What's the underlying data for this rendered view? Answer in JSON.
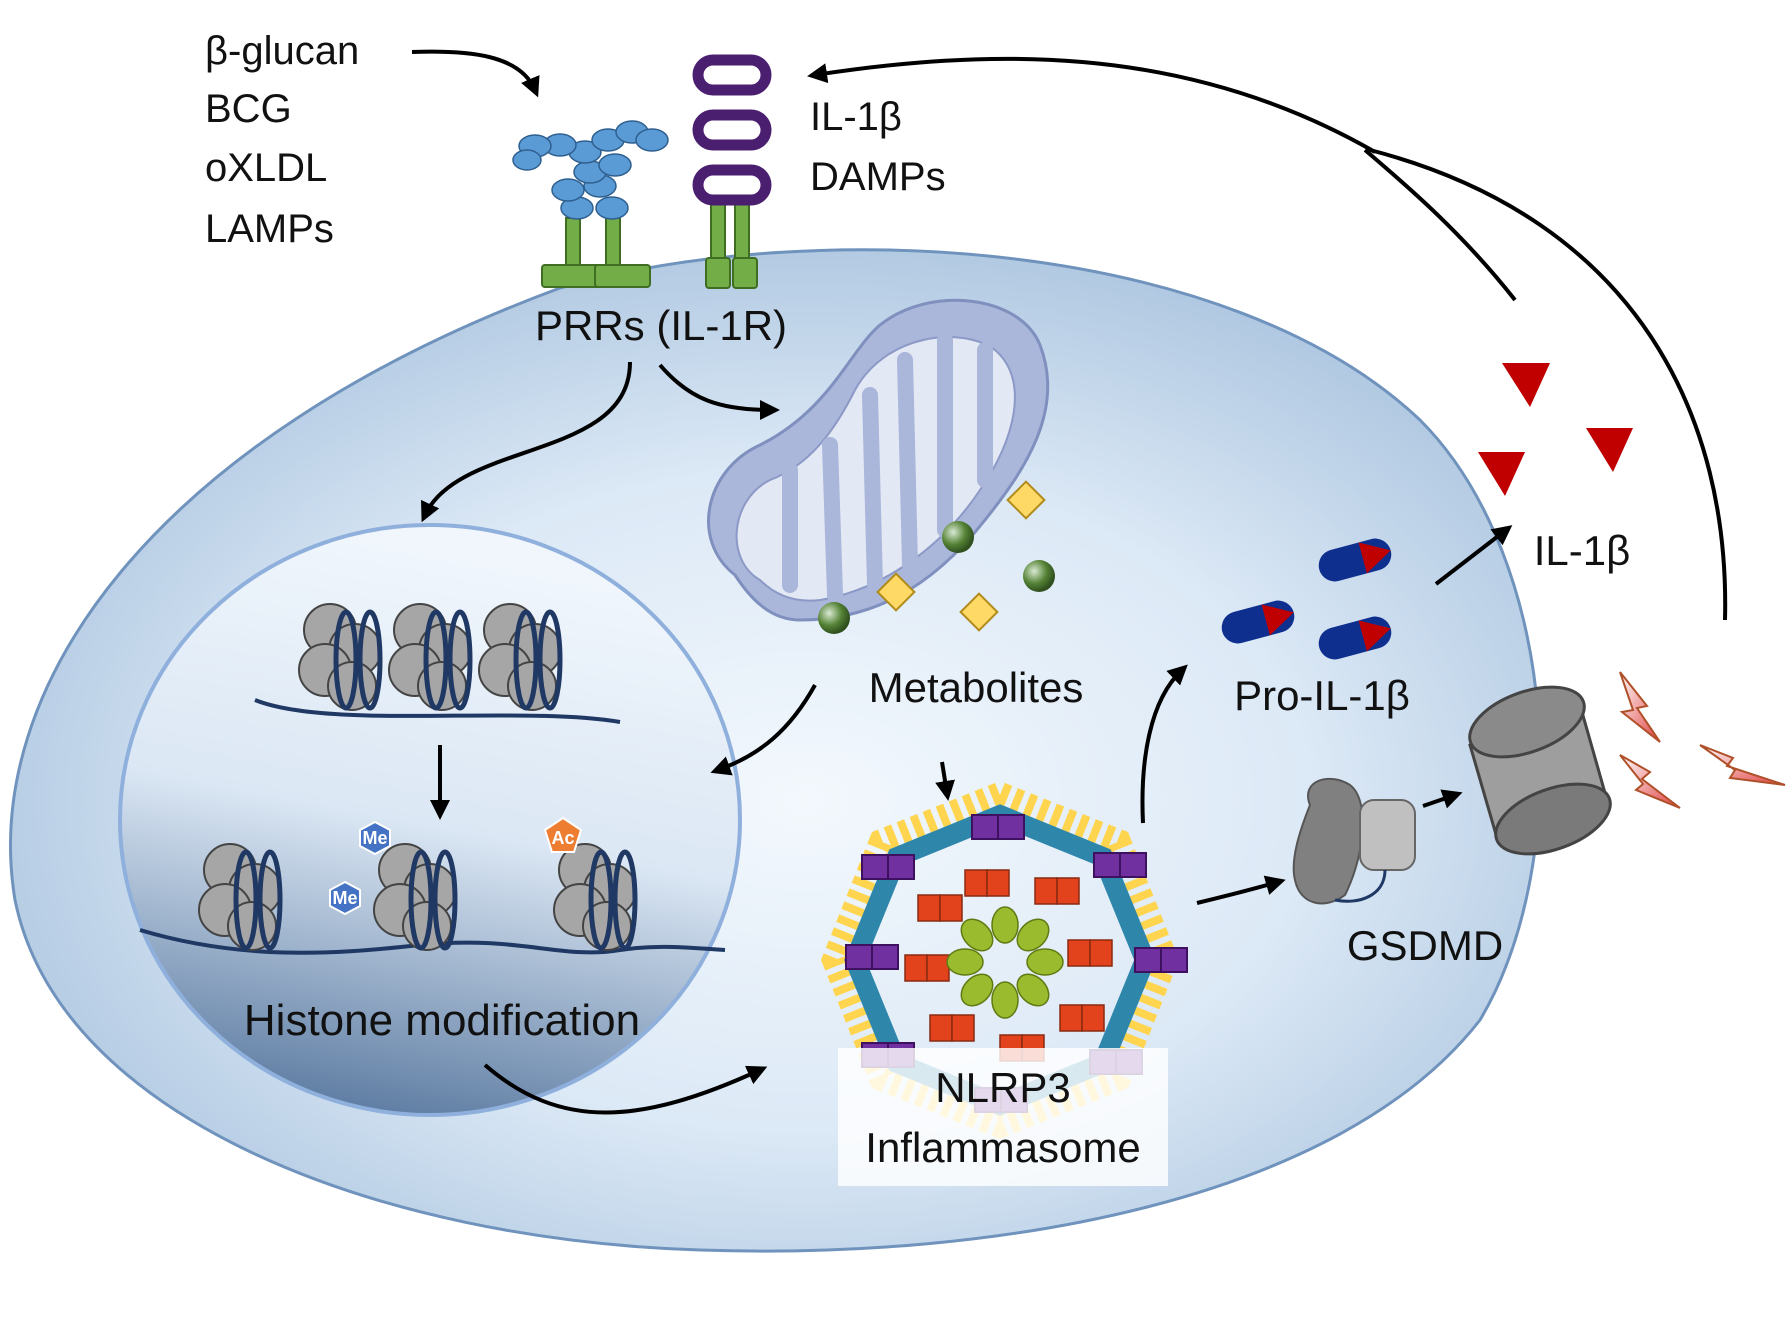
{
  "labels": {
    "stimuli": [
      "β-glucan",
      "BCG",
      "oXLDL",
      "LAMPs"
    ],
    "ligands": [
      "IL-1β",
      "DAMPs"
    ],
    "receptors": "PRRs (IL-1R)",
    "metabolites": "Metabolites",
    "histone": "Histone modification",
    "me_tag": "Me",
    "ac_tag": "Ac",
    "nlrp3": [
      "NLRP3",
      "Inflammasome"
    ],
    "pro_il1b": "Pro-IL-1β",
    "il1b_out": "IL-1β",
    "gsdmd": "GSDMD"
  },
  "colors": {
    "cell_fill": "#c9dced",
    "cell_stroke": "#6f93bd",
    "nucleus_stroke": "#8fb0dc",
    "mitochondrion": "#aab6da",
    "receptor_green": "#72ad47",
    "prr_blue": "#5b9bd5",
    "il1r_purple": "#4b1f70",
    "histone_grey": "#a6a6a6",
    "dna_navy": "#1f3864",
    "methyl_blue": "#4472c4",
    "acetyl_orange": "#ed7d31",
    "il1b_red": "#c00000",
    "pro_il1b_blue": "#0f2f8f",
    "metabolite_yellow": "#ffd966",
    "metabolite_green": "#548235",
    "nlrp3_red": "#e2431d",
    "nlrp3_teal": "#2e86ab",
    "nlrp3_purple": "#7030a0",
    "nlrp3_yellow": "#ffd54f",
    "nlrp3_olive": "#9bbb2e",
    "gsdmd_grey": "#808080"
  }
}
